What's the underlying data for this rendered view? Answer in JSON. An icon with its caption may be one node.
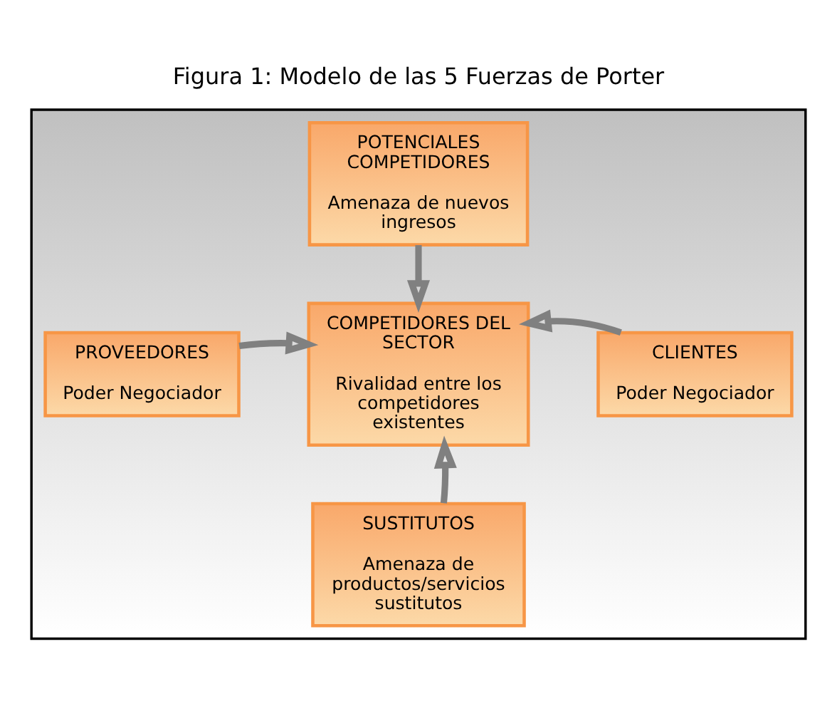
{
  "diagram": {
    "title": "Figura 1: Modelo de las 5 Fuerzas de Porter",
    "nodes": [
      {
        "text": [],
        "shape": "box"
      },
      {
        "text": [
          "POTENCIALES COMPETIDORES",
          "Amenaza de nuevos ingresos"
        ],
        "in": 0
      },
      {
        "text": [
          "COMPETIDORES DEL SECTOR",
          "Rivalidad entre los competidores existentes"
        ],
        "in": 0
      },
      {
        "text": [
          "PROVEEDORES",
          "Poder Negociador"
        ],
        "in": 0
      },
      {
        "text": [
          "CLIENTES",
          "Poder Negociador"
        ],
        "in": 0
      },
      {
        "text": [
          "SUSTITUTOS",
          "Amenaza de productos/servicios sustitutos"
        ],
        "in": 0
      }
    ],
    "edges": [
      {
        "from": 1,
        "to": 2,
        "arrow": "to"
      },
      {
        "from": 3,
        "to": 2,
        "arrow": "to"
      },
      {
        "from": 4,
        "to": 2,
        "arrow": "to"
      },
      {
        "from": 5,
        "to": 2,
        "arrow": "to"
      }
    ]
  }
}
